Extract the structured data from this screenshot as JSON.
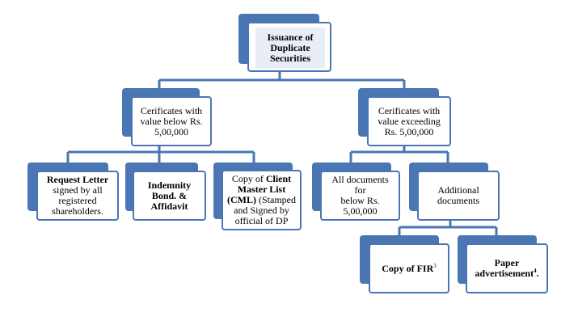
{
  "root": {
    "line1": "Issuance of",
    "line2": "Duplicate",
    "line3": "Securities"
  },
  "left_branch": {
    "line1": "Cerificates with",
    "line2": "value below Rs.",
    "line3": "5,00,000"
  },
  "right_branch": {
    "line1": "Cerificates with",
    "line2": "value exceeding",
    "line3": "Rs. 5,00,000"
  },
  "request_letter": {
    "bold": "Request Letter",
    "line2": "signed by all",
    "line3": "registered",
    "line4": "shareholders."
  },
  "indemnity": {
    "line1": "Indemnity",
    "line2": "Bond. &",
    "line3": "Affidavit"
  },
  "cml": {
    "prefix": "Copy of",
    "bold1": "Client",
    "bold2": "Master List",
    "bold3": "(CML)",
    "suffix3": "(Stamped",
    "line4": "and Signed  by",
    "line5": "official  of DP"
  },
  "all_documents": {
    "line1": "All documents for",
    "line2": "below Rs.",
    "line3": "5,00,000"
  },
  "additional": {
    "line1": "Additional",
    "line2": "documents"
  },
  "fir": {
    "label": "Copy of FIR",
    "footnote": "3"
  },
  "paper_ad": {
    "line1": "Paper",
    "line2": "advertisement",
    "footnote": "4",
    "suffix": "."
  },
  "colors": {
    "accent": "#4a77b4",
    "inner_fill": "#e9eef6",
    "connector": "#4a77b4"
  }
}
